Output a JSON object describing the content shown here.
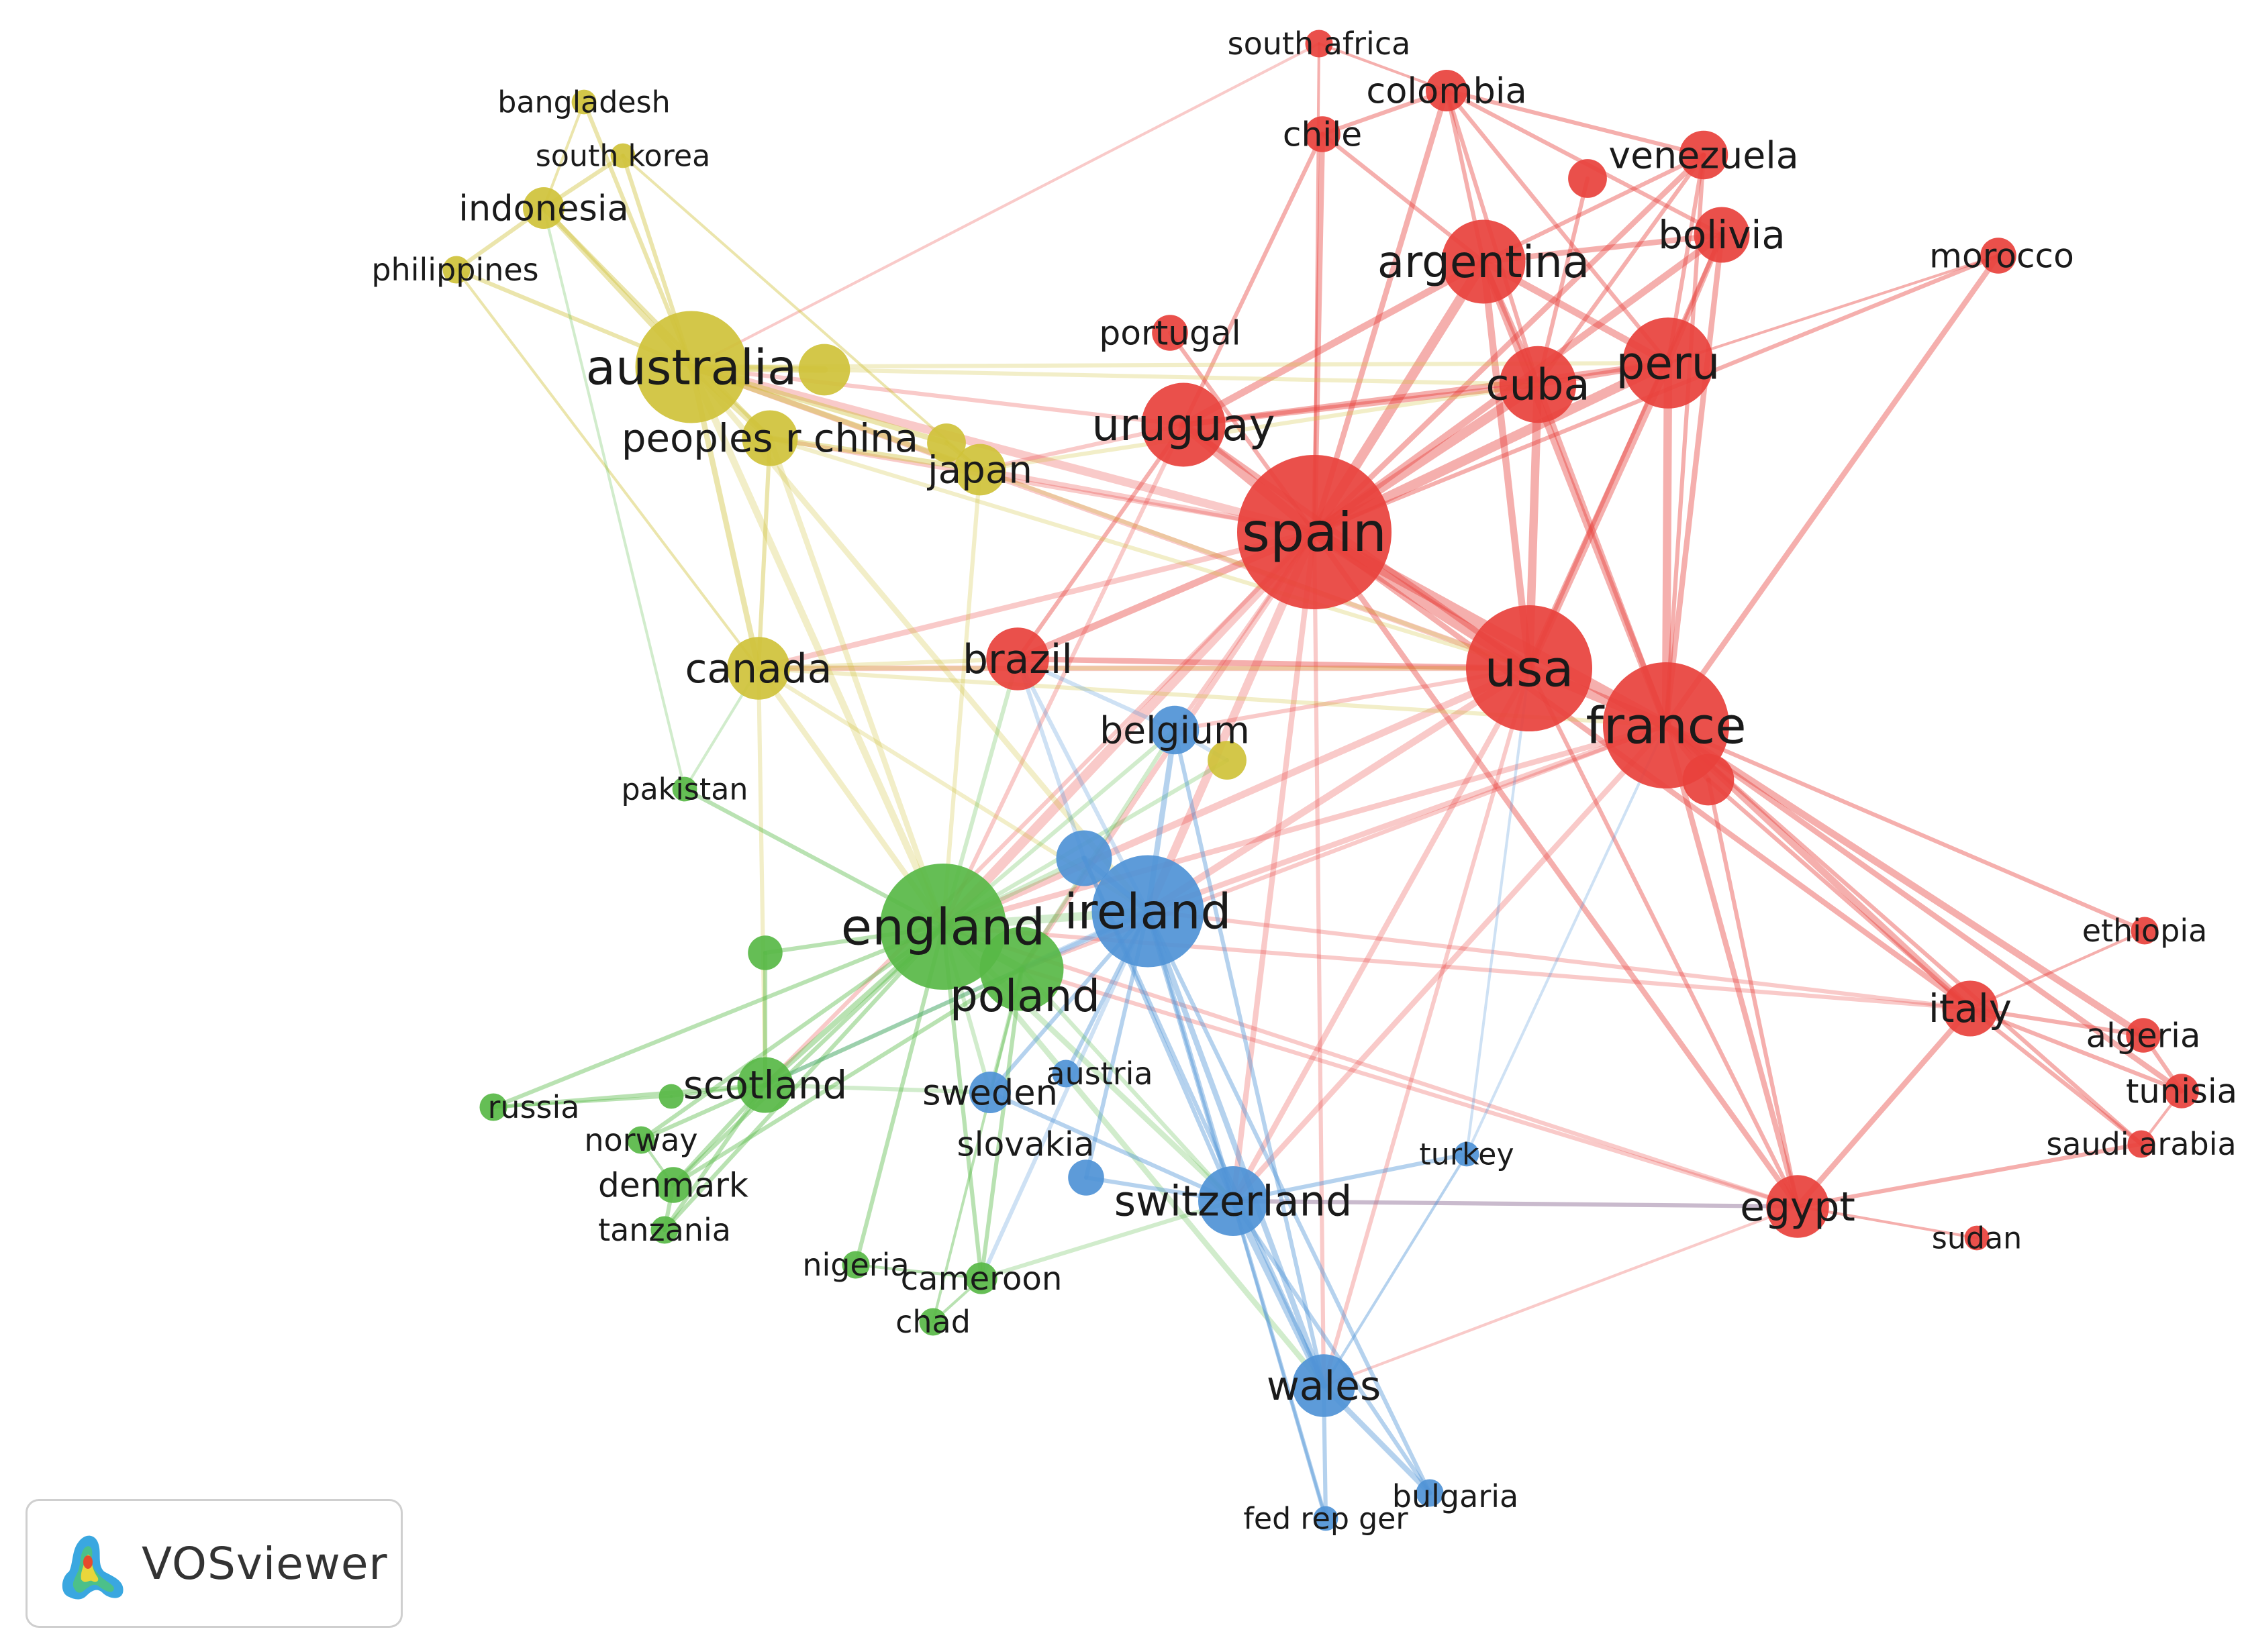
{
  "colors": {
    "cluster_1": "#e8413c",
    "cluster_2": "#58b947",
    "cluster_3": "#4f93d6",
    "cluster_4": "#cfc23a",
    "background": "#ffffff"
  },
  "nodes": [
    {
      "id": "spain",
      "label": "spain",
      "cluster": 1,
      "weight": 10
    },
    {
      "id": "usa",
      "label": "usa",
      "cluster": 1,
      "weight": 8
    },
    {
      "id": "france",
      "label": "france",
      "cluster": 1,
      "weight": 8
    },
    {
      "id": "argentina",
      "label": "argentina",
      "cluster": 1,
      "weight": 5
    },
    {
      "id": "peru",
      "label": "peru",
      "cluster": 1,
      "weight": 5.5
    },
    {
      "id": "uruguay",
      "label": "uruguay",
      "cluster": 1,
      "weight": 5
    },
    {
      "id": "cuba",
      "label": "cuba",
      "cluster": 1,
      "weight": 4.5
    },
    {
      "id": "bolivia",
      "label": "bolivia",
      "cluster": 1,
      "weight": 3
    },
    {
      "id": "venezuela",
      "label": "venezuela",
      "cluster": 1,
      "weight": 2.5
    },
    {
      "id": "colombia",
      "label": "colombia",
      "cluster": 1,
      "weight": 2
    },
    {
      "id": "chile",
      "label": "chile",
      "cluster": 1,
      "weight": 1.6
    },
    {
      "id": "south-africa",
      "label": "south africa",
      "cluster": 1,
      "weight": 1
    },
    {
      "id": "morocco",
      "label": "morocco",
      "cluster": 1,
      "weight": 1.6
    },
    {
      "id": "portugal",
      "label": "portugal",
      "cluster": 1,
      "weight": 1.6
    },
    {
      "id": "brazil",
      "label": "brazil",
      "cluster": 1,
      "weight": 3.5
    },
    {
      "id": "unlabeled-red-1",
      "label": "",
      "cluster": 1,
      "weight": 1.8
    },
    {
      "id": "unlabeled-red-2",
      "label": "",
      "cluster": 1,
      "weight": 2.7
    },
    {
      "id": "italy",
      "label": "italy",
      "cluster": 1,
      "weight": 3
    },
    {
      "id": "egypt",
      "label": "egypt",
      "cluster": 1,
      "weight": 3.5
    },
    {
      "id": "ethiopia",
      "label": "ethiopia",
      "cluster": 1,
      "weight": 1
    },
    {
      "id": "algeria",
      "label": "algeria",
      "cluster": 1,
      "weight": 1.5
    },
    {
      "id": "tunisia",
      "label": "tunisia",
      "cluster": 1,
      "weight": 1.5
    },
    {
      "id": "saudi-arabia",
      "label": "saudi arabia",
      "cluster": 1,
      "weight": 1
    },
    {
      "id": "sudan",
      "label": "sudan",
      "cluster": 1,
      "weight": 0.8
    },
    {
      "id": "australia",
      "label": "australia",
      "cluster": 4,
      "weight": 7
    },
    {
      "id": "unlabeled-yellow-1",
      "label": "",
      "cluster": 4,
      "weight": 2.7
    },
    {
      "id": "peoples-r-china",
      "label": "peoples r china",
      "cluster": 4,
      "weight": 3
    },
    {
      "id": "japan",
      "label": "japan",
      "cluster": 4,
      "weight": 2.7
    },
    {
      "id": "unlabeled-yellow-2",
      "label": "",
      "cluster": 4,
      "weight": 1.8
    },
    {
      "id": "indonesia",
      "label": "indonesia",
      "cluster": 4,
      "weight": 2
    },
    {
      "id": "philippines",
      "label": "philippines",
      "cluster": 4,
      "weight": 1
    },
    {
      "id": "bangladesh",
      "label": "bangladesh",
      "cluster": 4,
      "weight": 0.8
    },
    {
      "id": "south-korea",
      "label": "south korea",
      "cluster": 4,
      "weight": 0.8
    },
    {
      "id": "canada",
      "label": "canada",
      "cluster": 4,
      "weight": 3.5
    },
    {
      "id": "unlabeled-yellow-3",
      "label": "",
      "cluster": 4,
      "weight": 1.8
    },
    {
      "id": "england",
      "label": "england",
      "cluster": 2,
      "weight": 8
    },
    {
      "id": "poland",
      "label": "poland",
      "cluster": 2,
      "weight": 5
    },
    {
      "id": "scotland",
      "label": "scotland",
      "cluster": 2,
      "weight": 3
    },
    {
      "id": "unlabeled-green-1",
      "label": "",
      "cluster": 2,
      "weight": 1.5
    },
    {
      "id": "pakistan",
      "label": "pakistan",
      "cluster": 2,
      "weight": 0.8
    },
    {
      "id": "russia",
      "label": "russia",
      "cluster": 2,
      "weight": 1
    },
    {
      "id": "unlabeled-green-2",
      "label": "",
      "cluster": 2,
      "weight": 0.8
    },
    {
      "id": "norway",
      "label": "norway",
      "cluster": 2,
      "weight": 1
    },
    {
      "id": "denmark",
      "label": "denmark",
      "cluster": 2,
      "weight": 1.6
    },
    {
      "id": "tanzania",
      "label": "tanzania",
      "cluster": 2,
      "weight": 1
    },
    {
      "id": "nigeria",
      "label": "nigeria",
      "cluster": 2,
      "weight": 1
    },
    {
      "id": "cameroon",
      "label": "cameroon",
      "cluster": 2,
      "weight": 1.3
    },
    {
      "id": "chad",
      "label": "chad",
      "cluster": 2,
      "weight": 1
    },
    {
      "id": "ireland",
      "label": "ireland",
      "cluster": 3,
      "weight": 7
    },
    {
      "id": "unlabeled-blue-1",
      "label": "",
      "cluster": 3,
      "weight": 3
    },
    {
      "id": "belgium",
      "label": "belgium",
      "cluster": 3,
      "weight": 2.5
    },
    {
      "id": "sweden",
      "label": "sweden",
      "cluster": 3,
      "weight": 2
    },
    {
      "id": "austria",
      "label": "austria",
      "cluster": 3,
      "weight": 1
    },
    {
      "id": "slovakia",
      "label": "slovakia",
      "cluster": 3,
      "weight": 1.6
    },
    {
      "id": "switzerland",
      "label": "switzerland",
      "cluster": 3,
      "weight": 4
    },
    {
      "id": "turkey",
      "label": "turkey",
      "cluster": 3,
      "weight": 0.8
    },
    {
      "id": "wales",
      "label": "wales",
      "cluster": 3,
      "weight": 3.5
    },
    {
      "id": "fed-rep-ger",
      "label": "fed rep ger",
      "cluster": 3,
      "weight": 0.8
    },
    {
      "id": "bulgaria",
      "label": "bulgaria",
      "cluster": 3,
      "weight": 1
    }
  ],
  "links": [
    [
      "spain",
      "usa",
      8
    ],
    [
      "spain",
      "france",
      7
    ],
    [
      "spain",
      "argentina",
      6
    ],
    [
      "spain",
      "peru",
      6
    ],
    [
      "spain",
      "uruguay",
      6
    ],
    [
      "spain",
      "cuba",
      6
    ],
    [
      "spain",
      "bolivia",
      4
    ],
    [
      "spain",
      "venezuela",
      3
    ],
    [
      "spain",
      "colombia",
      3
    ],
    [
      "spain",
      "chile",
      3
    ],
    [
      "spain",
      "brazil",
      4
    ],
    [
      "spain",
      "england",
      6
    ],
    [
      "spain",
      "ireland",
      5
    ],
    [
      "spain",
      "australia",
      5
    ],
    [
      "spain",
      "italy",
      3
    ],
    [
      "spain",
      "egypt",
      3
    ],
    [
      "spain",
      "switzerland",
      3
    ],
    [
      "spain",
      "portugal",
      2
    ],
    [
      "spain",
      "canada",
      3
    ],
    [
      "spain",
      "poland",
      3
    ],
    [
      "spain",
      "japan",
      3
    ],
    [
      "spain",
      "belgium",
      2
    ],
    [
      "spain",
      "morocco",
      2
    ],
    [
      "spain",
      "wales",
      2
    ],
    [
      "spain",
      "scotland",
      2
    ],
    [
      "spain",
      "peoples-r-china",
      2
    ],
    [
      "usa",
      "france",
      6
    ],
    [
      "usa",
      "cuba",
      5
    ],
    [
      "usa",
      "peru",
      5
    ],
    [
      "usa",
      "argentina",
      4
    ],
    [
      "usa",
      "england",
      4
    ],
    [
      "usa",
      "ireland",
      4
    ],
    [
      "usa",
      "switzerland",
      3
    ],
    [
      "usa",
      "australia",
      3
    ],
    [
      "usa",
      "brazil",
      3
    ],
    [
      "usa",
      "canada",
      3
    ],
    [
      "usa",
      "uruguay",
      3
    ],
    [
      "usa",
      "egypt",
      2
    ],
    [
      "usa",
      "bolivia",
      2
    ],
    [
      "usa",
      "belgium",
      2
    ],
    [
      "usa",
      "wales",
      2
    ],
    [
      "france",
      "peru",
      5
    ],
    [
      "france",
      "argentina",
      4
    ],
    [
      "france",
      "italy",
      4
    ],
    [
      "france",
      "algeria",
      4
    ],
    [
      "france",
      "tunisia",
      3
    ],
    [
      "france",
      "egypt",
      3
    ],
    [
      "france",
      "morocco",
      3
    ],
    [
      "france",
      "cuba",
      3
    ],
    [
      "france",
      "bolivia",
      3
    ],
    [
      "france",
      "england",
      3
    ],
    [
      "france",
      "ireland",
      3
    ],
    [
      "france",
      "switzerland",
      3
    ],
    [
      "france",
      "saudi-arabia",
      2
    ],
    [
      "france",
      "ethiopia",
      2
    ],
    [
      "france",
      "poland",
      2
    ],
    [
      "france",
      "unlabeled-red-2",
      3
    ],
    [
      "france",
      "venezuela",
      2
    ],
    [
      "argentina",
      "peru",
      4
    ],
    [
      "argentina",
      "uruguay",
      4
    ],
    [
      "argentina",
      "cuba",
      3
    ],
    [
      "argentina",
      "bolivia",
      3
    ],
    [
      "argentina",
      "colombia",
      2
    ],
    [
      "argentina",
      "chile",
      2
    ],
    [
      "argentina",
      "venezuela",
      2
    ],
    [
      "peru",
      "cuba",
      3
    ],
    [
      "peru",
      "bolivia",
      3
    ],
    [
      "peru",
      "venezuela",
      2
    ],
    [
      "peru",
      "uruguay",
      3
    ],
    [
      "peru",
      "colombia",
      2
    ],
    [
      "peru",
      "morocco",
      1
    ],
    [
      "uruguay",
      "cuba",
      3
    ],
    [
      "uruguay",
      "brazil",
      2
    ],
    [
      "uruguay",
      "england",
      2
    ],
    [
      "uruguay",
      "japan",
      2
    ],
    [
      "uruguay",
      "australia",
      2
    ],
    [
      "uruguay",
      "chile",
      2
    ],
    [
      "cuba",
      "colombia",
      2
    ],
    [
      "cuba",
      "venezuela",
      2
    ],
    [
      "cuba",
      "unlabeled-red-1",
      2
    ],
    [
      "colombia",
      "venezuela",
      2
    ],
    [
      "colombia",
      "chile",
      2
    ],
    [
      "colombia",
      "bolivia",
      2
    ],
    [
      "south-africa",
      "spain",
      1
    ],
    [
      "south-africa",
      "australia",
      1
    ],
    [
      "south-africa",
      "colombia",
      1
    ],
    [
      "italy",
      "egypt",
      3
    ],
    [
      "italy",
      "algeria",
      2
    ],
    [
      "italy",
      "tunisia",
      2
    ],
    [
      "italy",
      "saudi-arabia",
      2
    ],
    [
      "italy",
      "ethiopia",
      1
    ],
    [
      "italy",
      "england",
      2
    ],
    [
      "italy",
      "ireland",
      2
    ],
    [
      "egypt",
      "england",
      2
    ],
    [
      "egypt",
      "switzerland",
      2
    ],
    [
      "egypt",
      "saudi-arabia",
      2
    ],
    [
      "egypt",
      "poland",
      2
    ],
    [
      "egypt",
      "sudan",
      1
    ],
    [
      "egypt",
      "wales",
      1
    ],
    [
      "egypt",
      "unlabeled-red-2",
      2
    ],
    [
      "algeria",
      "tunisia",
      2
    ],
    [
      "tunisia",
      "saudi-arabia",
      1
    ],
    [
      "unlabeled-red-2",
      "italy",
      2
    ],
    [
      "australia",
      "unlabeled-yellow-1",
      4
    ],
    [
      "australia",
      "peoples-r-china",
      4
    ],
    [
      "australia",
      "japan",
      3
    ],
    [
      "australia",
      "indonesia",
      3
    ],
    [
      "australia",
      "philippines",
      2
    ],
    [
      "australia",
      "bangladesh",
      2
    ],
    [
      "australia",
      "south-korea",
      2
    ],
    [
      "australia",
      "canada",
      3
    ],
    [
      "australia",
      "england",
      4
    ],
    [
      "australia",
      "ireland",
      3
    ],
    [
      "australia",
      "unlabeled-yellow-2",
      3
    ],
    [
      "australia",
      "cuba",
      2
    ],
    [
      "australia",
      "peru",
      2
    ],
    [
      "peoples-r-china",
      "japan",
      3
    ],
    [
      "peoples-r-china",
      "england",
      3
    ],
    [
      "peoples-r-china",
      "canada",
      2
    ],
    [
      "peoples-r-china",
      "indonesia",
      2
    ],
    [
      "peoples-r-china",
      "usa",
      2
    ],
    [
      "japan",
      "england",
      2
    ],
    [
      "japan",
      "usa",
      2
    ],
    [
      "japan",
      "cuba",
      2
    ],
    [
      "japan",
      "unlabeled-yellow-2",
      2
    ],
    [
      "indonesia",
      "south-korea",
      2
    ],
    [
      "indonesia",
      "philippines",
      2
    ],
    [
      "indonesia",
      "bangladesh",
      1
    ],
    [
      "philippines",
      "canada",
      1
    ],
    [
      "south-korea",
      "japan",
      1
    ],
    [
      "canada",
      "england",
      3
    ],
    [
      "canada",
      "ireland",
      2
    ],
    [
      "canada",
      "brazil",
      2
    ],
    [
      "canada",
      "france",
      2
    ],
    [
      "canada",
      "usa",
      2
    ],
    [
      "canada",
      "scotland",
      2
    ],
    [
      "england",
      "ireland",
      5
    ],
    [
      "england",
      "poland",
      5
    ],
    [
      "england",
      "scotland",
      3
    ],
    [
      "england",
      "brazil",
      2
    ],
    [
      "england",
      "switzerland",
      3
    ],
    [
      "england",
      "wales",
      3
    ],
    [
      "england",
      "unlabeled-blue-1",
      3
    ],
    [
      "england",
      "sweden",
      2
    ],
    [
      "england",
      "russia",
      2
    ],
    [
      "england",
      "norway",
      2
    ],
    [
      "england",
      "denmark",
      2
    ],
    [
      "england",
      "tanzania",
      2
    ],
    [
      "england",
      "nigeria",
      2
    ],
    [
      "england",
      "cameroon",
      2
    ],
    [
      "england",
      "pakistan",
      2
    ],
    [
      "england",
      "unlabeled-green-1",
      2
    ],
    [
      "england",
      "belgium",
      2
    ],
    [
      "england",
      "unlabeled-yellow-3",
      2
    ],
    [
      "ireland",
      "poland",
      4
    ],
    [
      "ireland",
      "switzerland",
      3
    ],
    [
      "ireland",
      "wales",
      3
    ],
    [
      "ireland",
      "belgium",
      3
    ],
    [
      "ireland",
      "unlabeled-blue-1",
      3
    ],
    [
      "ireland",
      "sweden",
      2
    ],
    [
      "ireland",
      "brazil",
      2
    ],
    [
      "ireland",
      "slovakia",
      2
    ],
    [
      "ireland",
      "austria",
      2
    ],
    [
      "ireland",
      "bulgaria",
      2
    ],
    [
      "ireland",
      "fed-rep-ger",
      1
    ],
    [
      "ireland",
      "scotland",
      2
    ],
    [
      "ireland",
      "cameroon",
      2
    ],
    [
      "poland",
      "scotland",
      2
    ],
    [
      "poland",
      "switzerland",
      2
    ],
    [
      "poland",
      "sweden",
      2
    ],
    [
      "poland",
      "denmark",
      2
    ],
    [
      "poland",
      "cameroon",
      2
    ],
    [
      "poland",
      "chad",
      1
    ],
    [
      "poland",
      "belgium",
      2
    ],
    [
      "scotland",
      "russia",
      2
    ],
    [
      "scotland",
      "norway",
      2
    ],
    [
      "scotland",
      "denmark",
      2
    ],
    [
      "scotland",
      "tanzania",
      2
    ],
    [
      "scotland",
      "unlabeled-green-1",
      2
    ],
    [
      "scotland",
      "sweden",
      2
    ],
    [
      "scotland",
      "unlabeled-green-2",
      1
    ],
    [
      "denmark",
      "tanzania",
      2
    ],
    [
      "denmark",
      "norway",
      1
    ],
    [
      "russia",
      "unlabeled-green-2",
      1
    ],
    [
      "nigeria",
      "cameroon",
      1
    ],
    [
      "cameroon",
      "chad",
      1
    ],
    [
      "cameroon",
      "switzerland",
      2
    ],
    [
      "switzerland",
      "wales",
      4
    ],
    [
      "switzerland",
      "turkey",
      2
    ],
    [
      "switzerland",
      "egypt",
      2
    ],
    [
      "switzerland",
      "slovakia",
      2
    ],
    [
      "switzerland",
      "sweden",
      2
    ],
    [
      "switzerland",
      "bulgaria",
      2
    ],
    [
      "switzerland",
      "fed-rep-ger",
      2
    ],
    [
      "switzerland",
      "unlabeled-blue-1",
      2
    ],
    [
      "wales",
      "bulgaria",
      3
    ],
    [
      "wales",
      "fed-rep-ger",
      2
    ],
    [
      "wales",
      "unlabeled-blue-1",
      2
    ],
    [
      "wales",
      "belgium",
      2
    ],
    [
      "wales",
      "turkey",
      1
    ],
    [
      "belgium",
      "unlabeled-yellow-3",
      2
    ],
    [
      "belgium",
      "brazil",
      2
    ],
    [
      "unlabeled-blue-1",
      "brazil",
      2
    ],
    [
      "turkey",
      "france",
      1
    ],
    [
      "turkey",
      "usa",
      1
    ],
    [
      "pakistan",
      "canada",
      1
    ],
    [
      "pakistan",
      "indonesia",
      1
    ]
  ],
  "branding": {
    "product_name": "VOSviewer"
  }
}
